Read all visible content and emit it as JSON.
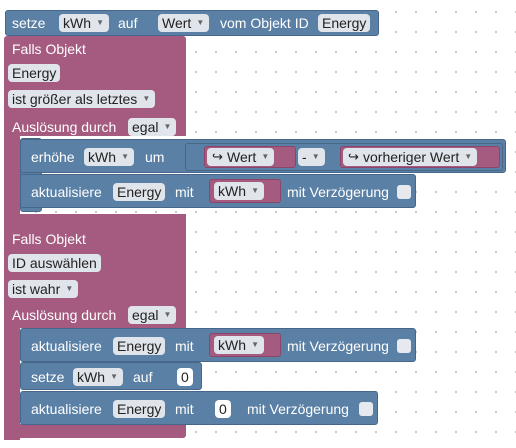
{
  "block1": {
    "setze_label": "setze",
    "variable": "kWh",
    "auf_label": "auf",
    "wert_field": "Wert",
    "vom_label": "vom Objekt ID",
    "object_id": "Energy"
  },
  "trigger1": {
    "title": "Falls Objekt",
    "object": "Energy",
    "condition": "ist größer als letztes",
    "ausloesung_label": "Auslösung durch",
    "ausloesung_value": "egal",
    "row1": {
      "action": "erhöhe",
      "variable": "kWh",
      "um_label": "um",
      "left_field": "Wert",
      "operator": "-",
      "right_field": "vorheriger Wert"
    },
    "row2": {
      "action": "aktualisiere",
      "object": "Energy",
      "mit_label": "mit",
      "variable": "kWh",
      "delay_label": "mit Verzögerung"
    }
  },
  "trigger2": {
    "title": "Falls Objekt",
    "object": "ID auswählen",
    "condition": "ist wahr",
    "ausloesung_label": "Auslösung durch",
    "ausloesung_value": "egal",
    "row1": {
      "action": "aktualisiere",
      "object": "Energy",
      "mit_label": "mit",
      "variable": "kWh",
      "delay_label": "mit Verzögerung"
    },
    "row2": {
      "action": "setze",
      "variable": "kWh",
      "auf_label": "auf",
      "value": "0"
    },
    "row3": {
      "action": "aktualisiere",
      "object": "Energy",
      "mit_label": "mit",
      "value": "0",
      "delay_label": "mit Verzögerung"
    }
  },
  "colors": {
    "trigger_block": "#a55b80",
    "action_block": "#5b80a5",
    "field": "#e0e4eb"
  }
}
